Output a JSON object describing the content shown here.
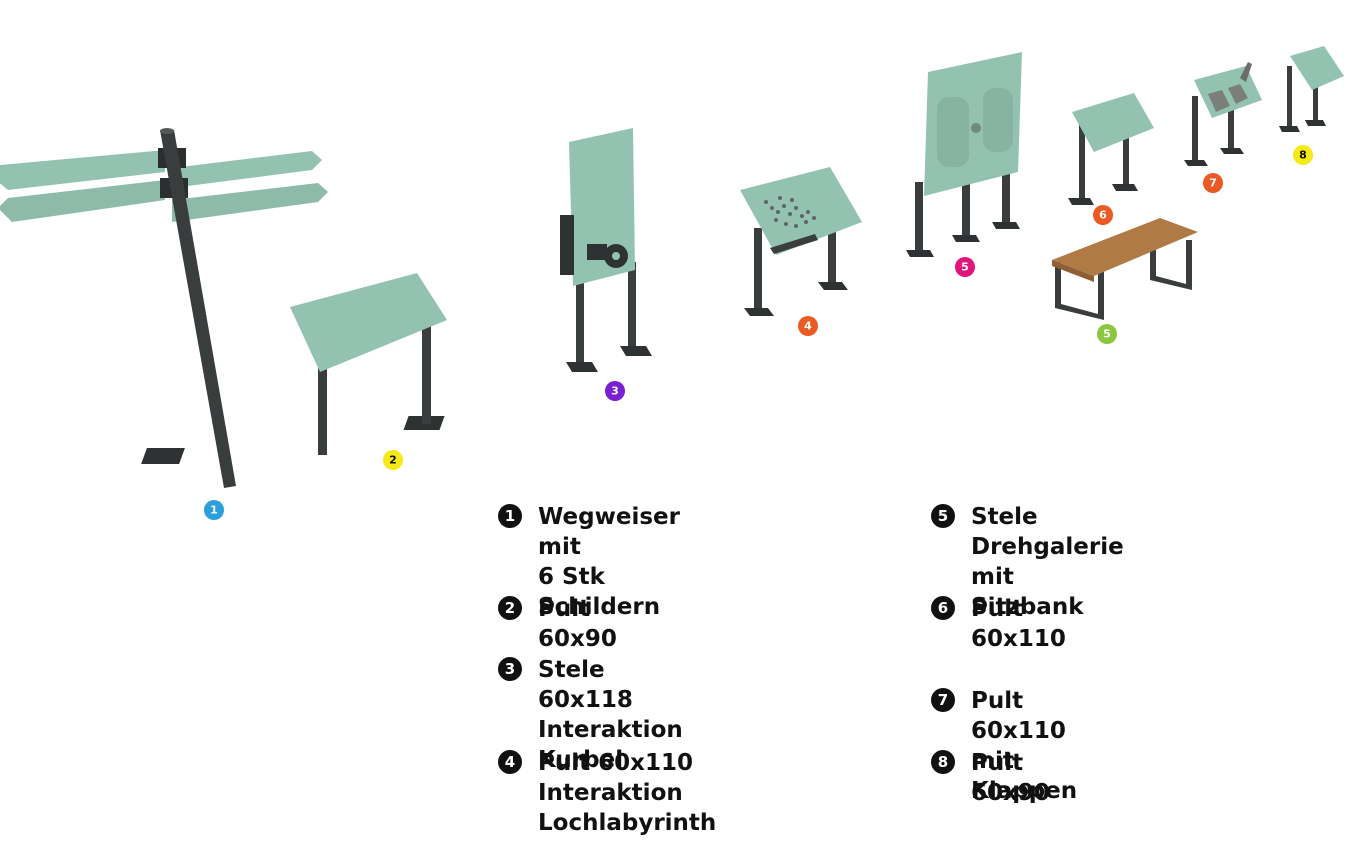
{
  "colors": {
    "panel": "#94c2b1",
    "panel_dark": "#7ea998",
    "post": "#3a3d3d",
    "foot": "#2f3232",
    "wood": "#b07a47",
    "marker_1": "#2a9fdc",
    "marker_2": "#f3ea16",
    "marker_3": "#7b1fd2",
    "marker_4": "#ea5a22",
    "marker_5a": "#e0167d",
    "marker_5b": "#8cc63f",
    "marker_6": "#ea5a22",
    "marker_7": "#ea5a22",
    "marker_8": "#f3ea16"
  },
  "markers": [
    {
      "id": "m1",
      "label": "1",
      "color_key": "marker_1",
      "dark_text": false
    },
    {
      "id": "m2",
      "label": "2",
      "color_key": "marker_2",
      "dark_text": true
    },
    {
      "id": "m3",
      "label": "3",
      "color_key": "marker_3",
      "dark_text": false
    },
    {
      "id": "m4",
      "label": "4",
      "color_key": "marker_4",
      "dark_text": false
    },
    {
      "id": "m5a",
      "label": "5",
      "color_key": "marker_5a",
      "dark_text": false
    },
    {
      "id": "m5b",
      "label": "5",
      "color_key": "marker_5b",
      "dark_text": false
    },
    {
      "id": "m6",
      "label": "6",
      "color_key": "marker_6",
      "dark_text": false
    },
    {
      "id": "m7",
      "label": "7",
      "color_key": "marker_7",
      "dark_text": false
    },
    {
      "id": "m8",
      "label": "8",
      "color_key": "marker_8",
      "dark_text": true
    }
  ],
  "legend": [
    {
      "num": "1",
      "line1": "Wegweiser mit",
      "line2": "6 Stk Schildern"
    },
    {
      "num": "2",
      "line1": "Pult 60x90",
      "line2": ""
    },
    {
      "num": "3",
      "line1": "Stele 60x118",
      "line2": "Interaktion Kurbel"
    },
    {
      "num": "4",
      "line1": "Pult 60x110",
      "line2": "Interaktion Lochlabyrinth"
    },
    {
      "num": "5",
      "line1": "Stele Drehgalerie",
      "line2": "mit Sitzbank"
    },
    {
      "num": "6",
      "line1": "Pult 60x110",
      "line2": ""
    },
    {
      "num": "7",
      "line1": "Pult 60x110 mit Klappen",
      "line2": ""
    },
    {
      "num": "8",
      "line1": "Pult 60x90",
      "line2": ""
    }
  ]
}
